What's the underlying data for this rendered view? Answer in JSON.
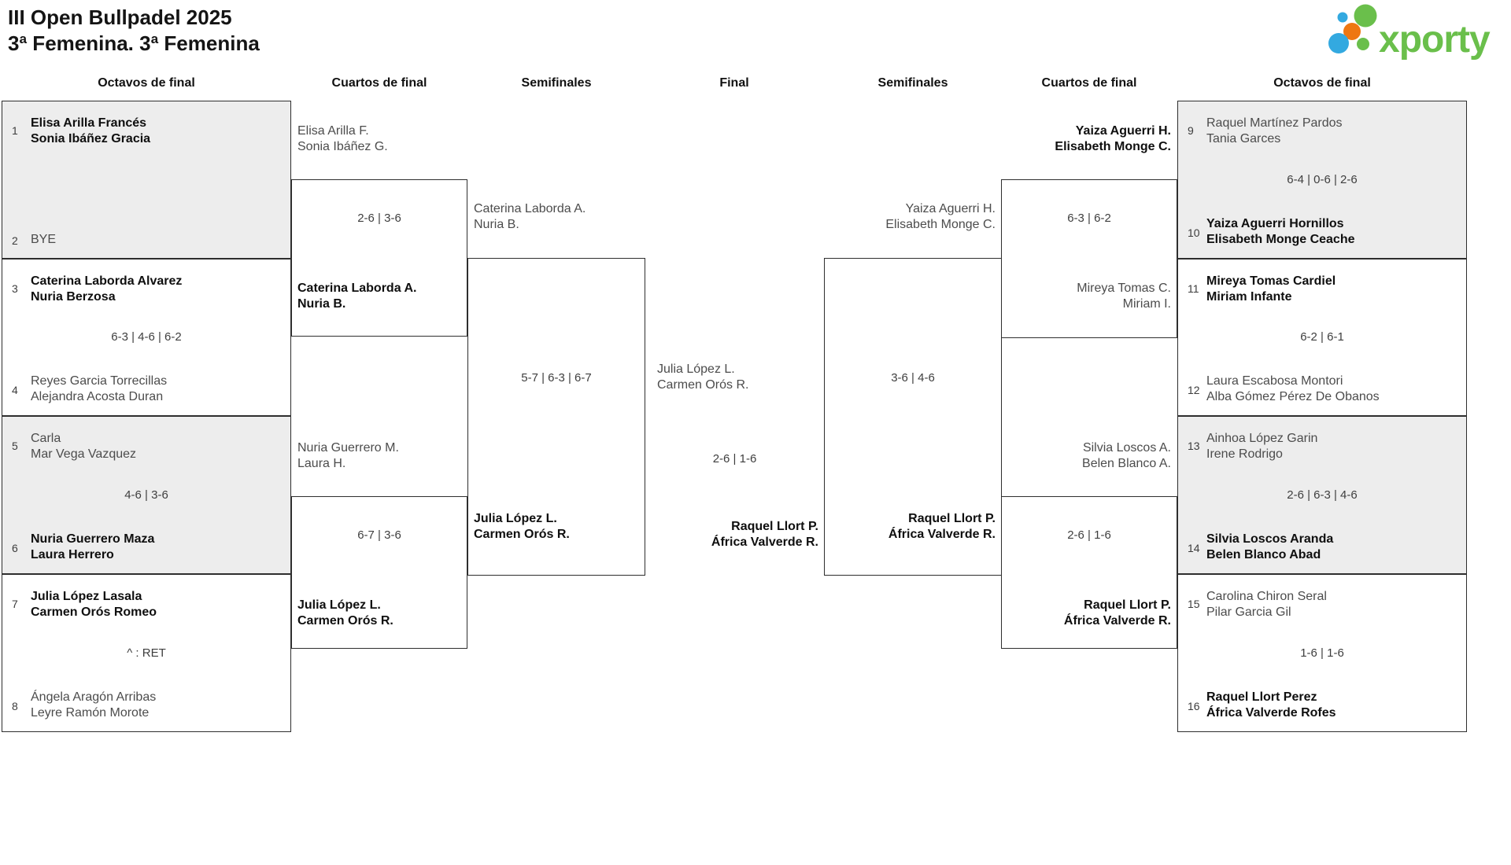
{
  "header": {
    "title_line1": "III Open Bullpadel 2025",
    "title_line2": "3ª Femenina. 3ª Femenina"
  },
  "logo": {
    "wordmark": "xporty",
    "green": "#6abf4b",
    "blue": "#33a9e0",
    "orange": "#ee7711"
  },
  "rounds": [
    "Octavos de final",
    "Cuartos de final",
    "Semifinales",
    "Final",
    "Semifinales",
    "Cuartos de final",
    "Octavos de final"
  ],
  "r16_left": [
    {
      "seed_top": "1",
      "team_top": "Elisa Arilla Francés\nSonia Ibáñez Gracia",
      "score": "",
      "seed_bottom": "2",
      "team_bottom": "BYE"
    },
    {
      "seed_top": "3",
      "team_top": "Caterina Laborda Alvarez\nNuria Berzosa",
      "score": "6-3 | 4-6 | 6-2",
      "seed_bottom": "4",
      "team_bottom": "Reyes Garcia Torrecillas\nAlejandra Acosta Duran"
    },
    {
      "seed_top": "5",
      "team_top": "Carla\nMar Vega Vazquez",
      "score": "4-6 | 3-6",
      "seed_bottom": "6",
      "team_bottom": "Nuria Guerrero Maza\nLaura Herrero"
    },
    {
      "seed_top": "7",
      "team_top": "Julia López Lasala\nCarmen Orós Romeo",
      "score": "^ : RET",
      "seed_bottom": "8",
      "team_bottom": "Ángela Aragón Arribas\nLeyre Ramón Morote"
    }
  ],
  "qf_left": [
    {
      "feeder": "Elisa Arilla F.\nSonia Ibáñez G.",
      "score": "2-6 | 3-6",
      "winner": "Caterina Laborda A.\nNuria B."
    },
    {
      "feeder": "Nuria Guerrero M.\nLaura H.",
      "score": "6-7 | 3-6",
      "winner": "Julia López L.\nCarmen Orós R."
    }
  ],
  "sf_left": {
    "feeder": "Caterina Laborda A.\nNuria B.",
    "score": "5-7 | 6-3 | 6-7",
    "winner": "Julia López L.\nCarmen Orós R."
  },
  "final": {
    "left_finalist": "Julia López L.\nCarmen Orós R.",
    "score": "2-6 | 1-6",
    "champion": "Raquel Llort P.\nÁfrica Valverde R."
  },
  "sf_right": {
    "feeder": "Yaiza Aguerri H.\nElisabeth Monge C.",
    "score": "3-6 | 4-6",
    "winner": "Raquel Llort P.\nÁfrica Valverde R."
  },
  "qf_right": [
    {
      "feeder": "Yaiza Aguerri H.\nElisabeth Monge C.",
      "score": "6-3 | 6-2",
      "loser": "Mireya Tomas C.\nMiriam I."
    },
    {
      "feeder": "Silvia Loscos A.\nBelen Blanco A.",
      "score": "2-6 | 1-6",
      "winner": "Raquel Llort P.\nÁfrica Valverde R."
    }
  ],
  "r16_right": [
    {
      "seed_top": "9",
      "team_top": "Raquel Martínez Pardos\nTania Garces",
      "score": "6-4 | 0-6 | 2-6",
      "seed_bottom": "10",
      "team_bottom": "Yaiza Aguerri Hornillos\nElisabeth Monge Ceache"
    },
    {
      "seed_top": "11",
      "team_top": "Mireya Tomas Cardiel\nMiriam Infante",
      "score": "6-2 | 6-1",
      "seed_bottom": "12",
      "team_bottom": "Laura Escabosa Montori\nAlba Gómez Pérez De Obanos"
    },
    {
      "seed_top": "13",
      "team_top": "Ainhoa López Garin\nIrene Rodrigo",
      "score": "2-6 | 6-3 | 4-6",
      "seed_bottom": "14",
      "team_bottom": "Silvia Loscos Aranda\nBelen Blanco Abad"
    },
    {
      "seed_top": "15",
      "team_top": "Carolina Chiron Seral\nPilar Garcia Gil",
      "score": "1-6 | 1-6",
      "seed_bottom": "16",
      "team_bottom": "Raquel Llort Perez\nÁfrica Valverde Rofes"
    }
  ]
}
